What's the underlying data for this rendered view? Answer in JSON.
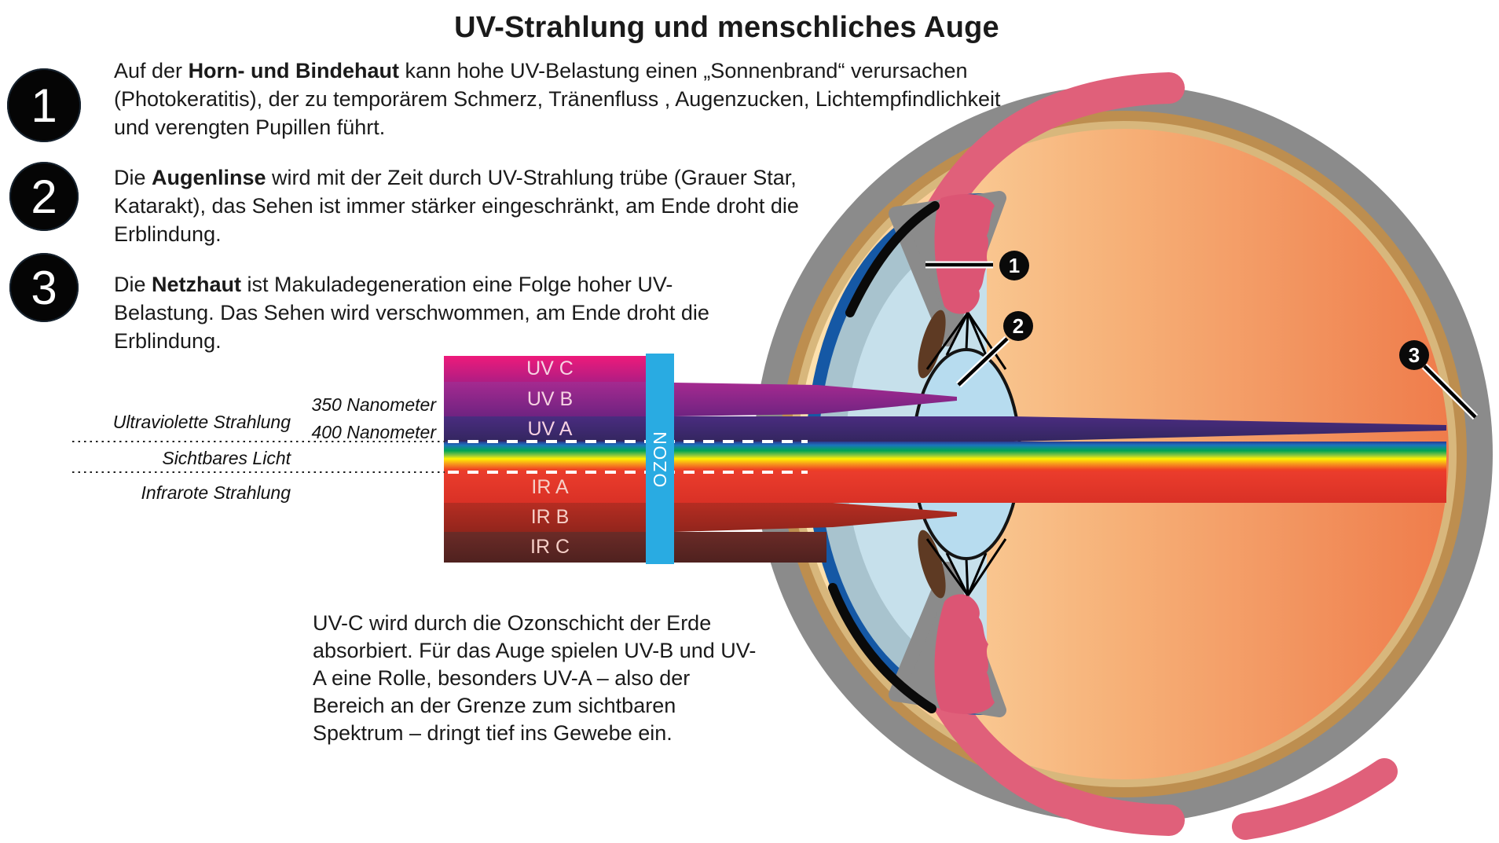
{
  "title": "UV-Strahlung und menschliches Auge",
  "paragraphs": [
    {
      "number": "1",
      "prefix": "Auf der ",
      "term": "Horn- und Bindehaut",
      "suffix": " kann hohe UV-Belastung einen „Sonnenbrand“ verursachen",
      "rest": "(Photokeratitis), der zu temporärem Schmerz, Tränenfluss , Augenzucken, Lichtempfindlichkeit\nund verengten Pupillen führt."
    },
    {
      "number": "2",
      "prefix": "Die ",
      "term": "Augenlinse",
      "suffix": " wird mit der Zeit durch UV-Strahlung trübe (Grauer Star,",
      "rest": "Katarakt), das Sehen ist immer stärker eingeschränkt, am Ende droht die\nErblindung."
    },
    {
      "number": "3",
      "prefix": "Die ",
      "term": "Netzhaut",
      "suffix": "  ist Makuladegeneration eine Folge hoher UV-",
      "rest": "Belastung. Das Sehen wird verschwommen, am Ende droht die\nErblindung."
    }
  ],
  "spectrum": {
    "bands": [
      {
        "label": "UV C"
      },
      {
        "label": "UV B"
      },
      {
        "label": "UV A"
      },
      {
        "label": "IR A"
      },
      {
        "label": "IR B"
      },
      {
        "label": "IR C"
      }
    ],
    "region_labels": {
      "uv": "Ultraviolette Strahlung",
      "visible": "Sichtbares Licht",
      "ir": "Infrarote Strahlung"
    },
    "wavelength_labels": {
      "nm350": "350 Nanometer",
      "nm400": "400 Nanometer"
    },
    "ozone_label": "OZON"
  },
  "note": "UV-C wird durch die Ozonschicht der Erde\nabsorbiert. Für das Auge spielen UV-B und UV-\nA eine Rolle, besonders UV-A – also der\nBereich an der Grenze zum sichtbaren\nSpektrum – dringt tief ins Gewebe ein.",
  "eye_markers": [
    {
      "number": "1"
    },
    {
      "number": "2"
    },
    {
      "number": "3"
    }
  ],
  "colors": {
    "uv_c": "#EC1879",
    "uv_b": "#93278F",
    "uv_a": "#3E2A6E",
    "visible_yellow": "#FFF200",
    "ir_a": "#E93A2C",
    "ir_b": "#A8291F",
    "ir_c": "#5C2522",
    "ozone_bar": "#29ABE2",
    "sclera_gray": "#8B8B8B",
    "choroid_tan": "#BD8E4F",
    "retina_tan_light": "#D8B77C",
    "muscle_pink": "#E0607A",
    "ciliary_pink": "#DC5574",
    "iris_brown": "#5E3A23",
    "cornea_blue_rim": "#1558A5",
    "cornea_body": "#A8C3CE",
    "anterior_chamber": "#C6E0EB",
    "lens_blue": "#B7DCEF",
    "fundus_left": "#FDE3B0",
    "fundus_right": "#EF7C4B"
  }
}
